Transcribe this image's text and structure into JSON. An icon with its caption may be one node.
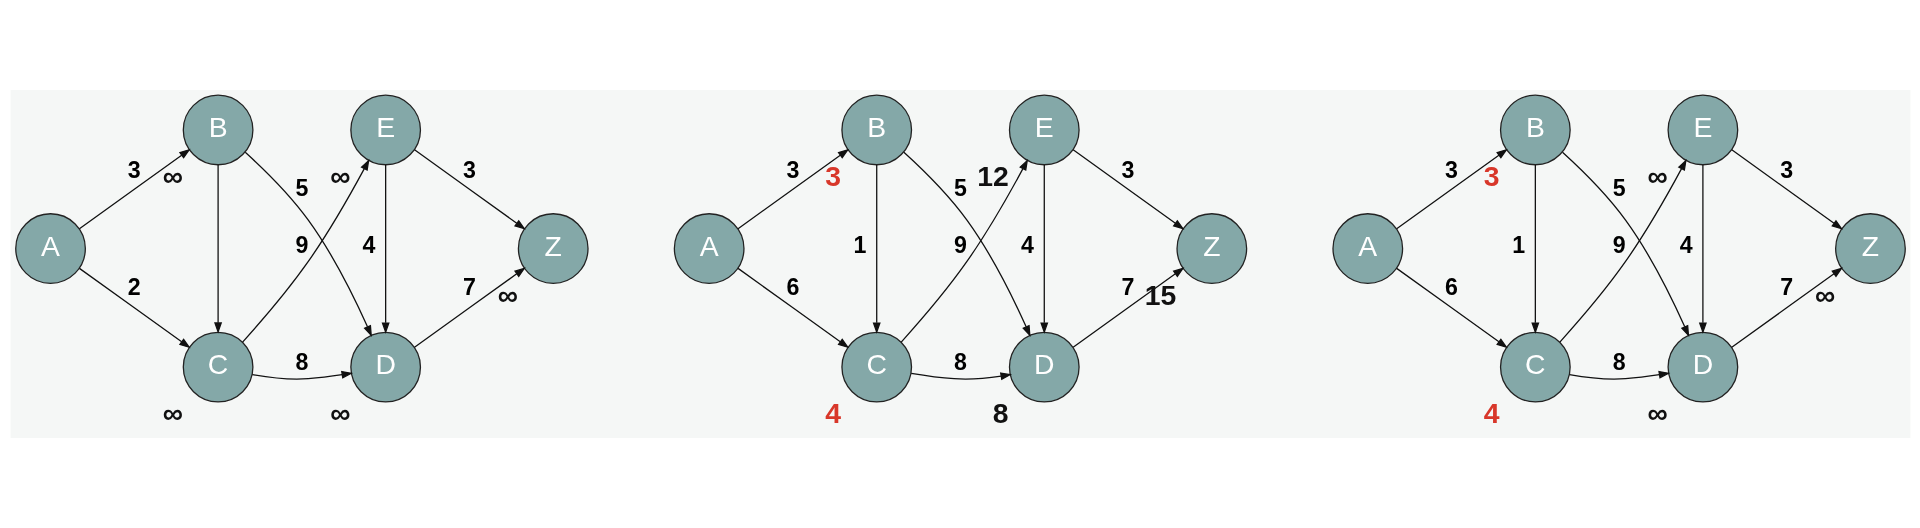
{
  "diagram": {
    "nodes": [
      {
        "text": [
          "A"
        ]
      },
      {
        "text": [
          "B"
        ],
        "beside": [
          "∞"
        ]
      },
      {
        "text": [
          "C"
        ],
        "beside": [
          "∞"
        ]
      },
      {
        "text": [
          "D"
        ],
        "beside": [
          "∞"
        ]
      },
      {
        "text": [
          "E"
        ],
        "beside": [
          "∞"
        ]
      },
      {
        "text": [
          "Z"
        ],
        "beside": [
          "∞"
        ]
      },
      {
        "text": [
          "A"
        ]
      },
      {
        "text": [
          "B"
        ],
        "beside": [
          "3"
        ]
      },
      {
        "text": [
          "C"
        ],
        "beside": [
          "4"
        ]
      },
      {
        "text": [
          "D"
        ],
        "beside": [
          "8"
        ]
      },
      {
        "text": [
          "E"
        ],
        "beside": [
          "12"
        ]
      },
      {
        "text": [
          "Z"
        ],
        "beside": [
          "15"
        ]
      },
      {
        "text": [
          "A"
        ]
      },
      {
        "text": [
          "B"
        ],
        "beside": [
          "3"
        ]
      },
      {
        "text": [
          "C"
        ],
        "beside": [
          "4"
        ]
      },
      {
        "text": [
          "D"
        ],
        "beside": [
          "∞"
        ]
      },
      {
        "text": [
          "E"
        ],
        "beside": [
          "∞"
        ]
      },
      {
        "text": [
          "Z"
        ],
        "beside": [
          "∞"
        ]
      }
    ],
    "edges": [
      {
        "from": 0,
        "to": 1,
        "arrow": "to",
        "label": "3"
      },
      {
        "from": 0,
        "to": 2,
        "arrow": "to",
        "label": "2"
      },
      {
        "from": 1,
        "to": 3,
        "arrow": "to",
        "label": "5"
      },
      {
        "from": 1,
        "to": 2,
        "arrow": "to"
      },
      {
        "from": 2,
        "to": 3,
        "arrow": "to",
        "label": "8"
      },
      {
        "from": 2,
        "to": 4,
        "arrow": "to",
        "label": "9"
      },
      {
        "from": 4,
        "to": 3,
        "arrow": "to",
        "label": "4"
      },
      {
        "from": 3,
        "to": 5,
        "arrow": "to",
        "label": "7"
      },
      {
        "from": 4,
        "to": 5,
        "arrow": "to",
        "label": "3"
      },
      {
        "from": 6,
        "to": 7,
        "arrow": "to",
        "label": "3"
      },
      {
        "from": 6,
        "to": 8,
        "arrow": "to",
        "label": "6"
      },
      {
        "from": 7,
        "to": 9,
        "arrow": "to",
        "label": "5"
      },
      {
        "from": 7,
        "to": 8,
        "arrow": "to",
        "label": "1"
      },
      {
        "from": 8,
        "to": 9,
        "arrow": "to",
        "label": "8"
      },
      {
        "from": 8,
        "to": 10,
        "arrow": "to",
        "label": "9"
      },
      {
        "from": 10,
        "to": 9,
        "arrow": "to",
        "label": "4"
      },
      {
        "from": 9,
        "to": 11,
        "arrow": "to",
        "label": "7"
      },
      {
        "from": 10,
        "to": 11,
        "arrow": "to",
        "label": "3"
      },
      {
        "from": 12,
        "to": 13,
        "arrow": "to",
        "label": "3"
      },
      {
        "from": 12,
        "to": 14,
        "arrow": "to",
        "label": "6"
      },
      {
        "from": 13,
        "to": 15,
        "arrow": "to",
        "label": "5"
      },
      {
        "from": 13,
        "to": 14,
        "arrow": "to",
        "label": "1"
      },
      {
        "from": 14,
        "to": 15,
        "arrow": "to",
        "label": "8"
      },
      {
        "from": 14,
        "to": 16,
        "arrow": "to",
        "label": "9"
      },
      {
        "from": 16,
        "to": 15,
        "arrow": "to",
        "label": "4"
      },
      {
        "from": 15,
        "to": 17,
        "arrow": "to",
        "label": "7"
      },
      {
        "from": 16,
        "to": 17,
        "arrow": "to",
        "label": "3"
      }
    ]
  }
}
